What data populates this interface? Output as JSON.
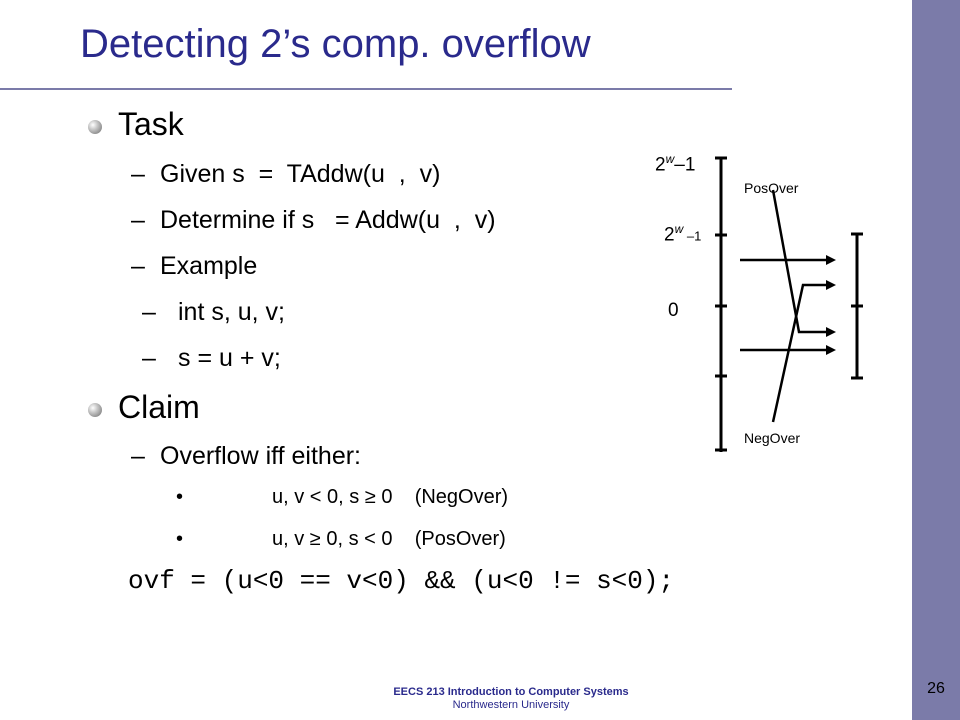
{
  "slide": {
    "title": "Detecting 2’s comp. overflow",
    "slide_number": "26"
  },
  "task": {
    "heading": "Task",
    "items": [
      {
        "dash": "–",
        "text": "Given s  =  TAddw(u  ,  v)"
      },
      {
        "dash": "–",
        "text": "Determine if s   = Addw(u  ,  v)"
      },
      {
        "dash": "–",
        "text": "Example"
      },
      {
        "dash": "–",
        "text": "int s, u, v;"
      },
      {
        "dash": "–",
        "text": "s = u + v;"
      }
    ]
  },
  "claim": {
    "heading": "Claim",
    "item": {
      "dash": "–",
      "text": "Overflow iff either:"
    },
    "conditions": [
      {
        "bullet": "•",
        "text": "u, v < 0, s ≥ 0    (NegOver)"
      },
      {
        "bullet": "•",
        "text": "u, v ≥ 0, s < 0    (PosOver)"
      }
    ],
    "code": "ovf = (u<0 == v<0) && (u<0 != s<0);"
  },
  "diagram": {
    "label_top_base": "2",
    "label_top_sup": "w",
    "label_top_suffix": "–1",
    "label_mid_base": "2",
    "label_mid_sup": "w",
    "label_mid_suffix": " –1",
    "label_zero": "0",
    "pos_over": "PosOver",
    "neg_over": "NegOver"
  },
  "footer": {
    "course": "EECS 213 Introduction  to Computer Systems",
    "school": "Northwestern University"
  }
}
